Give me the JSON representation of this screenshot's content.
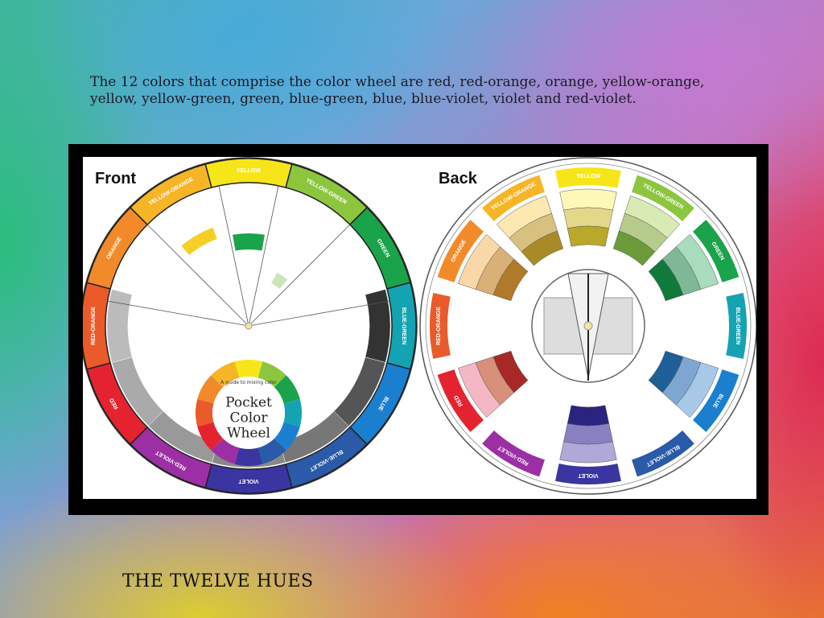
{
  "slide": {
    "caption_line1": "The 12 colors that comprise the color wheel are red, red-orange, orange, yellow-orange,",
    "caption_line2": "yellow, yellow-green, green, blue-green, blue, blue-violet, violet and red-violet.",
    "footer_title": "THE TWELVE HUES"
  },
  "image": {
    "front_label": "Front",
    "back_label": "Back",
    "product_name": "Pocket Color Wheel",
    "product_tagline": "A guide to mixing color",
    "hues": [
      {
        "name": "YELLOW",
        "color": "#f6e619"
      },
      {
        "name": "YELLOW-GREEN",
        "color": "#8cc63f"
      },
      {
        "name": "GREEN",
        "color": "#1aa34a"
      },
      {
        "name": "BLUE-GREEN",
        "color": "#14a3b3"
      },
      {
        "name": "BLUE",
        "color": "#1b7fd0"
      },
      {
        "name": "BLUE-VIOLET",
        "color": "#2a5aa8"
      },
      {
        "name": "VIOLET",
        "color": "#3a35a0"
      },
      {
        "name": "RED-VIOLET",
        "color": "#9c2fa4"
      },
      {
        "name": "RED",
        "color": "#e52330"
      },
      {
        "name": "RED-ORANGE",
        "color": "#ea5a2a"
      },
      {
        "name": "ORANGE",
        "color": "#f28a2a"
      },
      {
        "name": "YELLOW-ORANGE",
        "color": "#f6b526"
      }
    ],
    "back_tints": [
      [
        "#fdf7b8",
        "#e3d88a",
        "#b9a82a"
      ],
      [
        "#d9ebb4",
        "#b5cc8c",
        "#6c9a3a"
      ],
      [
        "#a8dcbc",
        "#7fb897",
        "#107a3c"
      ],
      [
        "#c8d8e6",
        "#9fb8d0",
        "#5a86b0"
      ],
      [
        "#a8c8e8",
        "#7ea6d0",
        "#1f5f98"
      ],
      [
        "#b0b0dc",
        "#8c8cc8",
        "#3a3090"
      ],
      [
        "#b0a8d8",
        "#8880c0",
        "#2a2480"
      ],
      [
        "#ecb0c8",
        "#d89098",
        "#b0382e"
      ],
      [
        "#f4b8c4",
        "#d8907a",
        "#a82828"
      ],
      [
        "#f8d0a8",
        "#d8a878",
        "#a86028"
      ],
      [
        "#f8d8a8",
        "#d8b078",
        "#b07a2a"
      ],
      [
        "#fae8b0",
        "#d8c080",
        "#a88a28"
      ]
    ]
  }
}
